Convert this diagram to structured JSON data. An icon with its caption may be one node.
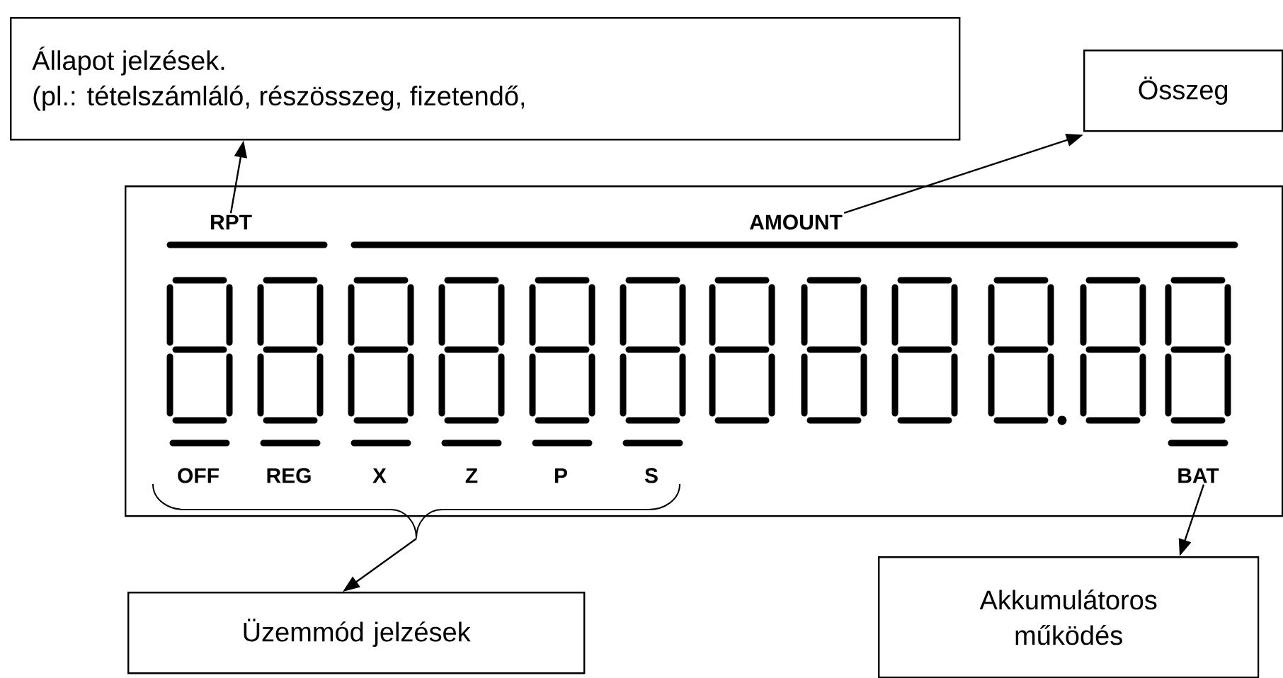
{
  "diagram": {
    "nodes": [
      {
        "text": [
          "Állapot jelzések.",
          "(pl.: tételszámláló, részösszeg, fizetendő,"
        ]
      },
      {
        "text": [
          "Összeg"
        ]
      },
      {
        "text": [],
        "shape": "box"
      },
      {
        "text": [
          "RPT"
        ],
        "in": 2
      },
      {
        "text": [
          "AMOUNT"
        ],
        "in": 2
      },
      {
        "text": [
          "BAT"
        ],
        "in": 2
      },
      {
        "text": [],
        "shape": "brace"
      },
      {
        "text": [
          "Üzemmód jelzések"
        ]
      },
      {
        "text": [
          "Akkumulátoros működés"
        ]
      }
    ],
    "edges": [
      {
        "from": 3,
        "to": 0,
        "arrow": "to"
      },
      {
        "from": 4,
        "to": 1,
        "arrow": "to"
      },
      {
        "from": 6,
        "to": 7,
        "arrow": "to"
      },
      {
        "from": 5,
        "to": 8,
        "arrow": "to"
      }
    ],
    "labels": [
      "OFF",
      "REG",
      "X",
      "Z",
      "P",
      "S"
    ]
  }
}
